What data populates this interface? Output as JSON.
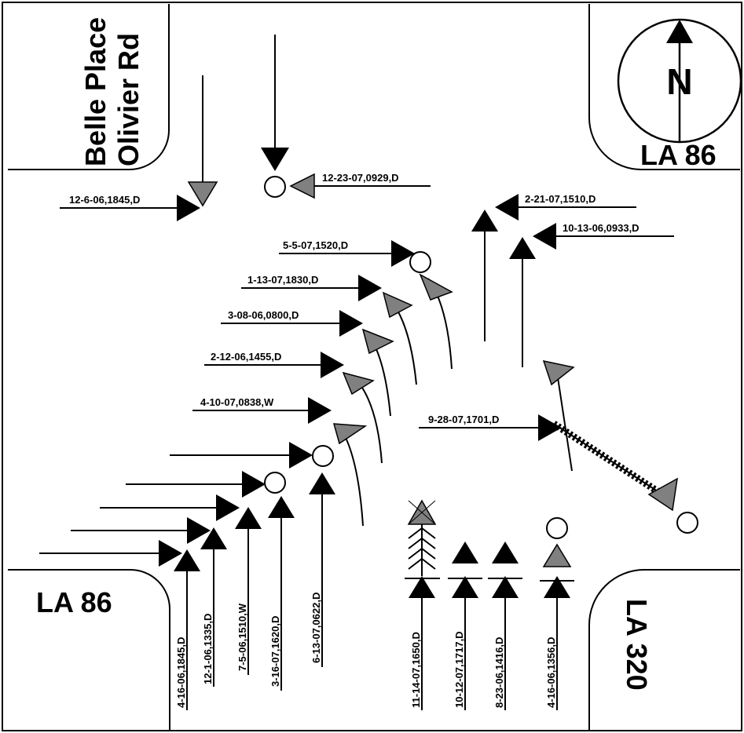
{
  "roads": {
    "top_left_line1": "Belle Place",
    "top_left_line2": "Olivier Rd",
    "top_right": "LA 86",
    "bottom_left": "LA 86",
    "bottom_right": "LA 320",
    "north": "N"
  },
  "crash_codes": {
    "c01": "12-6-06,1845,D",
    "c02": "12-23-07,0929,D",
    "c03": "2-21-07,1510,D",
    "c04": "10-13-06,0933,D",
    "c05": "5-5-07,1520,D",
    "c06": "1-13-07,1830,D",
    "c07": "3-08-06,0800,D",
    "c08": "2-12-06,1455,D",
    "c09": "4-10-07,0838,W",
    "c10": "9-28-07,1701,D",
    "c11": "4-16-06,1845,D",
    "c12": "12-1-06,1335,D",
    "c13": "7-5-06,1510,W",
    "c14": "3-16-07,1620,D",
    "c15": "6-13-07,0622,D",
    "c16": "11-14-07,1650,D",
    "c17": "10-12-07,1717,D",
    "c18": "8-23-06,1416,D",
    "c19": "4-16-06,1356,D"
  }
}
